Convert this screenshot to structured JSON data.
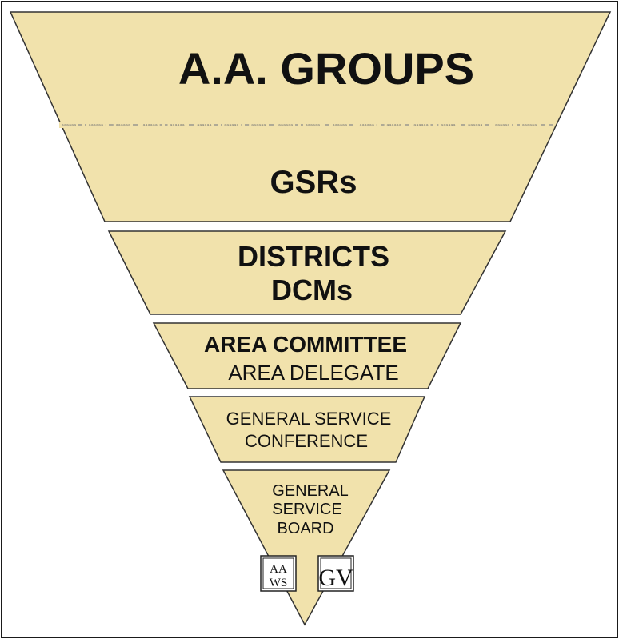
{
  "diagram": {
    "tier1": {
      "line1": "A.A. GROUPS",
      "line2": "GSRs"
    },
    "tier2": {
      "line1": "DISTRICTS",
      "line2": "DCMs"
    },
    "tier3": {
      "line1": "AREA COMMITTEE",
      "line2": "AREA DELEGATE"
    },
    "tier4": {
      "line1": "GENERAL SERVICE",
      "line2": "CONFERENCE"
    },
    "tier5": {
      "line1": "GENERAL",
      "line2": "SERVICE",
      "line3": "BOARD"
    },
    "divider_words": [
      "aaaaaa",
      "aaaaaa",
      "aaaaaa",
      "aaaaaa",
      "aaaaaa",
      "aaaaaa",
      "aaaaaa",
      "aaaaaa",
      "aaaaaa",
      "aaaaaa",
      "aaaaaa",
      "aaaaaa",
      "aaaaaa",
      "aaaaaa",
      "aaaaaa",
      "aaaaaa",
      "aaaaaa",
      "aaaaaa"
    ],
    "logos": {
      "aaws": {
        "top": "AA",
        "bottom": "WS"
      },
      "gv": {
        "letters": "GV"
      }
    },
    "colors": {
      "fill": "#f1e2ac",
      "stroke": "#333333"
    }
  }
}
